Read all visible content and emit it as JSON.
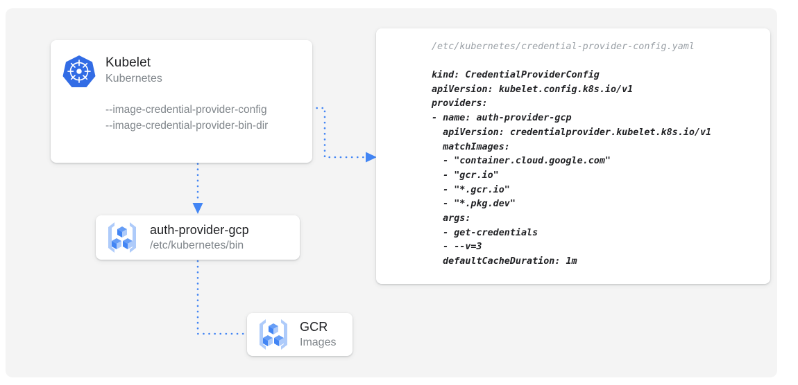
{
  "colors": {
    "canvas_bg": "#f4f4f4",
    "card_bg": "#ffffff",
    "accent_blue": "#4285f4",
    "kubernetes_blue": "#326ce5",
    "title_text": "#202124",
    "muted_text": "#80868b",
    "comment_text": "#9aa0a6"
  },
  "kubelet_card": {
    "icon": "kubernetes-logo-icon",
    "title": "Kubelet",
    "subtitle": "Kubernetes",
    "flags": [
      "--image-credential-provider-config",
      "--image-credential-provider-bin-dir"
    ]
  },
  "auth_provider_card": {
    "icon": "gcp-container-registry-icon",
    "title": "auth-provider-gcp",
    "subtitle": "/etc/kubernetes/bin"
  },
  "gcr_card": {
    "icon": "gcp-container-registry-icon",
    "title": "GCR",
    "subtitle": "Images"
  },
  "yaml_card": {
    "path_comment": "/etc/kubernetes/credential-provider-config.yaml",
    "code": "kind: CredentialProviderConfig\napiVersion: kubelet.config.k8s.io/v1\nproviders:\n- name: auth-provider-gcp\n  apiVersion: credentialprovider.kubelet.k8s.io/v1\n  matchImages:\n  - \"container.cloud.google.com\"\n  - \"gcr.io\"\n  - \"*.gcr.io\"\n  - \"*.pkg.dev\"\n  args:\n  - get-credentials\n  - --v=3\n  defaultCacheDuration: 1m",
    "lines": [
      "kind: CredentialProviderConfig",
      "apiVersion: kubelet.config.k8s.io/v1",
      "providers:",
      "- name: auth-provider-gcp",
      "  apiVersion: credentialprovider.kubelet.k8s.io/v1",
      "  matchImages:",
      "  - \"container.cloud.google.com\"",
      "  - \"gcr.io\"",
      "  - \"*.gcr.io\"",
      "  - \"*.pkg.dev\"",
      "  args:",
      "  - get-credentials",
      "  - --v=3",
      "  defaultCacheDuration: 1m"
    ]
  },
  "connectors": [
    {
      "name": "kubelet-to-config",
      "from": "kubelet-card",
      "to": "yaml-card"
    },
    {
      "name": "kubelet-to-auth-provider",
      "from": "kubelet-card",
      "to": "auth-provider-card"
    },
    {
      "name": "auth-provider-to-gcr",
      "from": "auth-provider-card",
      "to": "gcr-card"
    }
  ]
}
